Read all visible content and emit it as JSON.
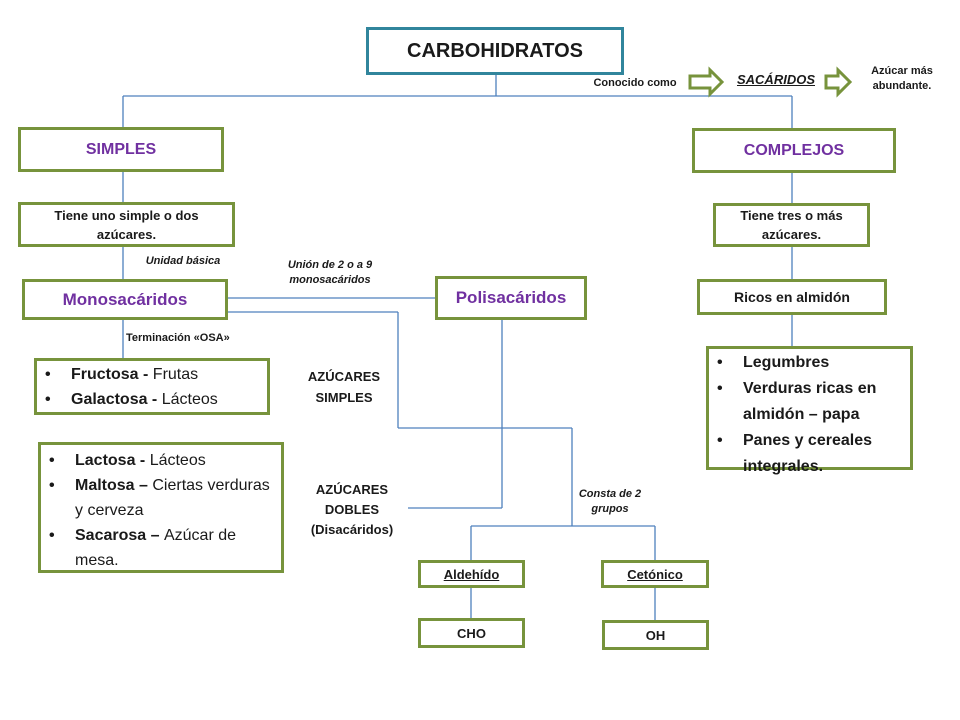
{
  "root": {
    "title": "CARBOHIDRATOS",
    "known_as": "Conocido como",
    "alias": "SACÁRIDOS",
    "note": "Azúcar más abundante."
  },
  "simples": {
    "title": "SIMPLES",
    "desc": "Tiene uno simple o dos azúcares.",
    "unit_label": "Unidad básica",
    "mono": "Monosacáridos",
    "ending_label": "Terminación «OSA»",
    "list1": [
      {
        "name": "Fructosa",
        "sep": " - ",
        "source": "Frutas"
      },
      {
        "name": "Galactosa",
        "sep": " - ",
        "source": "Lácteos"
      }
    ],
    "list2": [
      {
        "name": "Lactosa",
        "sep": " - ",
        "source": "Lácteos"
      },
      {
        "name": "Maltosa",
        "sep": " – ",
        "source": "Ciertas verduras y cerveza"
      },
      {
        "name": "Sacarosa",
        "sep": " – ",
        "source": "Azúcar de mesa."
      }
    ],
    "simple_sugars": "AZÚCARES SIMPLES",
    "double_sugars": "AZÚCARES DOBLES (Disacáridos)"
  },
  "union_label": "Unión de 2 o a 9 monosacáridos",
  "poli": "Polisacáridos",
  "groups": {
    "label": "Consta de 2 grupos",
    "aldehido": "Aldehído",
    "cetonico": "Cetónico",
    "cho": "CHO",
    "oh": "OH"
  },
  "complejos": {
    "title": "COMPLEJOS",
    "desc": "Tiene tres o más azúcares.",
    "rich": "Ricos en almidón",
    "list": [
      "Legumbres",
      "Verduras ricas en almidón – papa",
      "Panes y cereales integrales."
    ]
  },
  "colors": {
    "green": "#77933c",
    "teal": "#31859c",
    "purple": "#7030a0",
    "connector": "#4f81bd"
  }
}
